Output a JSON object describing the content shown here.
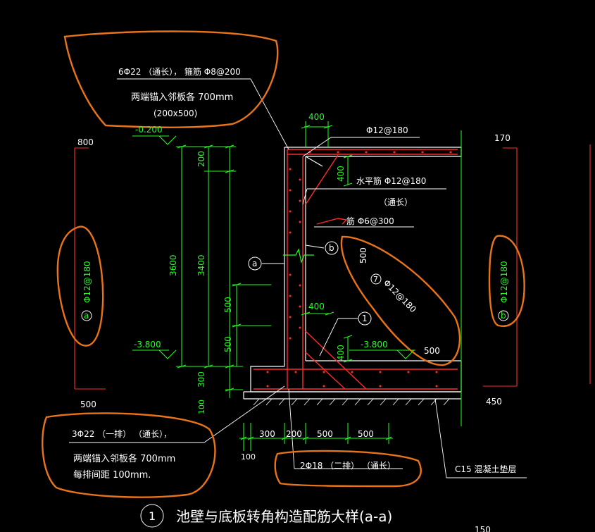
{
  "title": {
    "number": "1",
    "text": "池壁与底板转角构造配筋大样(a-a)"
  },
  "colors": {
    "background": "#000000",
    "dimension": "#22ff22",
    "rebar": "#ff2a2a",
    "annotation": "#e8731a",
    "text": "#ffffff"
  },
  "notes": {
    "top_bar": "6Φ22 （通长）， 箍筋 Φ8@200",
    "top_anchor": "两端锚入邻板各      700mm",
    "top_section": "(200x500)",
    "top_right_rebar": "Φ12@180",
    "horiz_bar_1": "水平筋  Φ12@180",
    "horiz_bar_2": "（通长）",
    "tie_bar": "筋 Φ6@300",
    "bottom_bar": "3Φ22  （一排）   （通长），",
    "bottom_anchor": "两端锚入邻板各      700mm",
    "bottom_spacing": "每排间距   100mm.",
    "bottom_bar_2": "2Φ18   （二排）   （通长）",
    "concrete": "C15  混凝土垫层",
    "left_rebar": "Φ12@180",
    "right_rebar": "Φ12@180",
    "diag_rebar": "Φ12@180"
  },
  "elevations": {
    "top": "-0.200",
    "bottom_left": "-3.800",
    "bottom_right": "-3.800"
  },
  "markers": {
    "a_left": "a",
    "a_wall": "a",
    "b_wall": "b",
    "b_right": "b",
    "circle_1": "1",
    "circle_7": "7"
  },
  "dimensions": {
    "d800": "800",
    "d500_left": "500",
    "d170": "170",
    "d450": "450",
    "d400_top": "400",
    "d400_vert": "400",
    "d400_mid": "400",
    "d400_low": "400",
    "d200": "200",
    "d3600": "3600",
    "d3400": "3400",
    "d500_a": "500",
    "d500_b": "500",
    "d300_v": "300",
    "d100_v": "100",
    "d500_diag": "500",
    "d500_right": "500",
    "b300": "300",
    "b200": "200",
    "b500_1": "500",
    "b500_2": "500",
    "b100": "100",
    "b150": "150"
  }
}
